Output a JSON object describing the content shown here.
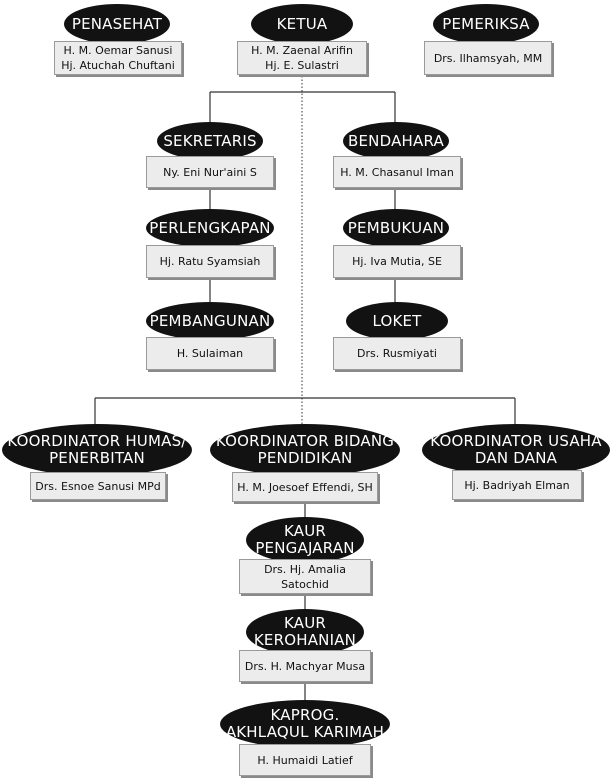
{
  "chart": {
    "penasehat": {
      "title": "PENASEHAT",
      "names": "H. M. Oemar Sanusi\nHj. Atuchah Chuftani"
    },
    "ketua": {
      "title": "KETUA",
      "names": "H. M. Zaenal Arifin\nHj. E. Sulastri"
    },
    "pemeriksa": {
      "title": "PEMERIKSA",
      "names": "Drs. Ilhamsyah, MM"
    },
    "sekretaris": {
      "title": "SEKRETARIS",
      "names": "Ny. Eni Nur'aini S"
    },
    "bendahara": {
      "title": "BENDAHARA",
      "names": "H. M. Chasanul Iman"
    },
    "perlengkapan": {
      "title": "PERLENGKAPAN",
      "names": "Hj. Ratu Syamsiah"
    },
    "pembukuan": {
      "title": "PEMBUKUAN",
      "names": "Hj. Iva Mutia, SE"
    },
    "pembangunan": {
      "title": "PEMBANGUNAN",
      "names": "H. Sulaiman"
    },
    "loket": {
      "title": "LOKET",
      "names": "Drs. Rusmiyati"
    },
    "humas": {
      "title": "KOORDINATOR HUMAS/\nPENERBITAN",
      "names": "Drs. Esnoe Sanusi MPd"
    },
    "pendidikan": {
      "title": "KOORDINATOR BIDANG\nPENDIDIKAN",
      "names": "H. M. Joesoef Effendi, SH"
    },
    "usaha": {
      "title": "KOORDINATOR USAHA\nDAN DANA",
      "names": "Hj. Badriyah Elman"
    },
    "pengajaran": {
      "title": "KAUR\nPENGAJARAN",
      "names": "Drs. Hj. Amalia Satochid"
    },
    "kerohanian": {
      "title": "KAUR\nKEROHANIAN",
      "names": "Drs. H. Machyar Musa"
    },
    "kaprog": {
      "title": "KAPROG.\nAKHLAQUL KARIMAH",
      "names": "H. Humaidi Latief"
    }
  }
}
